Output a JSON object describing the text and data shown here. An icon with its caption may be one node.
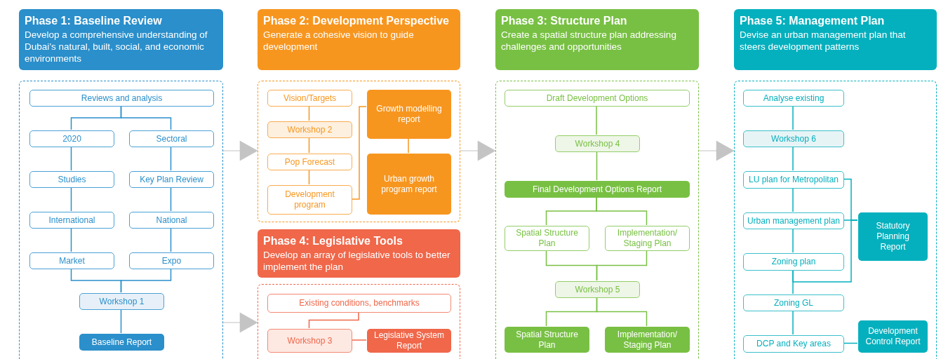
{
  "diagram": {
    "nodes": [
      {
        "text": [
          "Phase 1: Baseline Review",
          "Develop a comprehensive understanding of Dubai’s natural, built, social, and economic environments"
        ]
      },
      {
        "text": [],
        "shape": "box"
      },
      {
        "text": [
          "Reviews and analysis"
        ],
        "in": 1
      },
      {
        "text": [
          "2020"
        ],
        "in": 1
      },
      {
        "text": [
          "Sectoral"
        ],
        "in": 1
      },
      {
        "text": [
          "Studies"
        ],
        "in": 1
      },
      {
        "text": [
          "Key Plan Review"
        ],
        "in": 1
      },
      {
        "text": [
          "International"
        ],
        "in": 1
      },
      {
        "text": [
          "National"
        ],
        "in": 1
      },
      {
        "text": [
          "Market"
        ],
        "in": 1
      },
      {
        "text": [
          "Expo"
        ],
        "in": 1
      },
      {
        "text": [
          "Workshop 1"
        ],
        "in": 1
      },
      {
        "text": [
          "Baseline Report"
        ],
        "in": 1
      },
      {
        "text": [
          "Phase 2: Development Perspective",
          "Generate a cohesive vision to guide development"
        ]
      },
      {
        "text": [],
        "shape": "box"
      },
      {
        "text": [
          "Vision/Targets"
        ],
        "in": 14
      },
      {
        "text": [
          "Workshop 2"
        ],
        "in": 14
      },
      {
        "text": [
          "Pop Forecast"
        ],
        "in": 14
      },
      {
        "text": [
          "Development program"
        ],
        "in": 14
      },
      {
        "text": [
          "Growth modelling report"
        ],
        "in": 14
      },
      {
        "text": [
          "Urban growth program report"
        ],
        "in": 14
      },
      {
        "text": [
          "Phase 4: Legislative Tools",
          "Develop an array of legislative tools to better implement the plan"
        ]
      },
      {
        "text": [],
        "shape": "box"
      },
      {
        "text": [
          "Existing conditions, benchmarks"
        ],
        "in": 22
      },
      {
        "text": [
          "Workshop 3"
        ],
        "in": 22
      },
      {
        "text": [
          "Legislative System Report"
        ],
        "in": 22
      },
      {
        "text": [
          "Phase 3: Structure Plan",
          "Create a spatial structure plan addressing challenges and opportunities"
        ]
      },
      {
        "text": [],
        "shape": "box"
      },
      {
        "text": [
          "Draft Development Options"
        ],
        "in": 27
      },
      {
        "text": [
          "Workshop 4"
        ],
        "in": 27
      },
      {
        "text": [
          "Final Development Options Report"
        ],
        "in": 27
      },
      {
        "text": [
          "Spatial Structure Plan"
        ],
        "in": 27
      },
      {
        "text": [
          "Implementation/ Staging Plan"
        ],
        "in": 27
      },
      {
        "text": [
          "Workshop 5"
        ],
        "in": 27
      },
      {
        "text": [
          "Spatial Structure Plan"
        ],
        "in": 27
      },
      {
        "text": [
          "Implementation/ Staging Plan"
        ],
        "in": 27
      },
      {
        "text": [
          "Phase 5: Management Plan",
          "Devise an urban management plan that steers development patterns"
        ]
      },
      {
        "text": [],
        "shape": "box"
      },
      {
        "text": [
          "Analyse existing"
        ],
        "in": 37
      },
      {
        "text": [
          "Workshop 6"
        ],
        "in": 37
      },
      {
        "text": [
          "LU plan for Metropolitan"
        ],
        "in": 37
      },
      {
        "text": [
          "Urban management plan"
        ],
        "in": 37
      },
      {
        "text": [
          "Zoning plan"
        ],
        "in": 37
      },
      {
        "text": [
          "Zoning GL"
        ],
        "in": 37
      },
      {
        "text": [
          "DCP and Key areas"
        ],
        "in": 37
      },
      {
        "text": [
          "Statutory Planning Report"
        ],
        "in": 37
      },
      {
        "text": [
          "Development Control Report"
        ],
        "in": 37
      }
    ],
    "edges": [
      {
        "from": 2,
        "to": 3,
        "arrow": "none"
      },
      {
        "from": 2,
        "to": 4,
        "arrow": "none"
      },
      {
        "from": 3,
        "to": 5,
        "arrow": "none"
      },
      {
        "from": 5,
        "to": 7,
        "arrow": "none"
      },
      {
        "from": 7,
        "to": 9,
        "arrow": "none"
      },
      {
        "from": 4,
        "to": 6,
        "arrow": "none"
      },
      {
        "from": 6,
        "to": 8,
        "arrow": "none"
      },
      {
        "from": 8,
        "to": 10,
        "arrow": "none"
      },
      {
        "from": 9,
        "to": 11,
        "arrow": "none"
      },
      {
        "from": 10,
        "to": 11,
        "arrow": "none"
      },
      {
        "from": 11,
        "to": 12,
        "arrow": "none"
      },
      {
        "from": 15,
        "to": 16,
        "arrow": "none",
        "color": "#f7961f"
      },
      {
        "from": 16,
        "to": 17,
        "arrow": "none",
        "color": "#f7961f"
      },
      {
        "from": 17,
        "to": 18,
        "arrow": "none",
        "color": "#f7961f"
      },
      {
        "from": 18,
        "to": 19,
        "arrow": "none",
        "color": "#f7961f"
      },
      {
        "from": 19,
        "to": 20,
        "arrow": "none",
        "color": "#f7961f"
      },
      {
        "from": 23,
        "to": 24,
        "arrow": "none",
        "color": "#f0674a"
      },
      {
        "from": 24,
        "to": 25,
        "arrow": "none",
        "color": "#f0674a"
      },
      {
        "from": 28,
        "to": 29,
        "arrow": "none",
        "color": "#78c043"
      },
      {
        "from": 29,
        "to": 30,
        "arrow": "none",
        "color": "#78c043"
      },
      {
        "from": 30,
        "to": 31,
        "arrow": "none",
        "color": "#78c043"
      },
      {
        "from": 30,
        "to": 32,
        "arrow": "none",
        "color": "#78c043"
      },
      {
        "from": 31,
        "to": 33,
        "arrow": "none",
        "color": "#78c043"
      },
      {
        "from": 32,
        "to": 33,
        "arrow": "none",
        "color": "#78c043"
      },
      {
        "from": 33,
        "to": 34,
        "arrow": "none",
        "color": "#78c043"
      },
      {
        "from": 33,
        "to": 35,
        "arrow": "none",
        "color": "#78c043"
      },
      {
        "from": 38,
        "to": 39,
        "arrow": "none",
        "color": "#05b0be"
      },
      {
        "from": 39,
        "to": 40,
        "arrow": "none",
        "color": "#05b0be"
      },
      {
        "from": 40,
        "to": 41,
        "arrow": "none",
        "color": "#05b0be"
      },
      {
        "from": 41,
        "to": 42,
        "arrow": "none",
        "color": "#05b0be"
      },
      {
        "from": 42,
        "to": 43,
        "arrow": "none",
        "color": "#05b0be"
      },
      {
        "from": 43,
        "to": 44,
        "arrow": "none",
        "color": "#05b0be"
      },
      {
        "from": 44,
        "to": 46,
        "arrow": "none",
        "color": "#05b0be"
      },
      {
        "from": 40,
        "to": 45,
        "arrow": "none",
        "color": "#05b0be"
      },
      {
        "from": 41,
        "to": 45,
        "arrow": "none",
        "color": "#05b0be"
      },
      {
        "from": 42,
        "to": 45,
        "arrow": "none",
        "color": "#05b0be"
      },
      {
        "from": 1,
        "to": 14,
        "arrow": "to",
        "color": "#c4c4c4"
      },
      {
        "from": 1,
        "to": 22,
        "arrow": "to",
        "color": "#c4c4c4"
      },
      {
        "from": 14,
        "to": 27,
        "arrow": "to",
        "color": "#c4c4c4"
      },
      {
        "from": 27,
        "to": 37,
        "arrow": "to",
        "color": "#c4c4c4"
      }
    ]
  }
}
